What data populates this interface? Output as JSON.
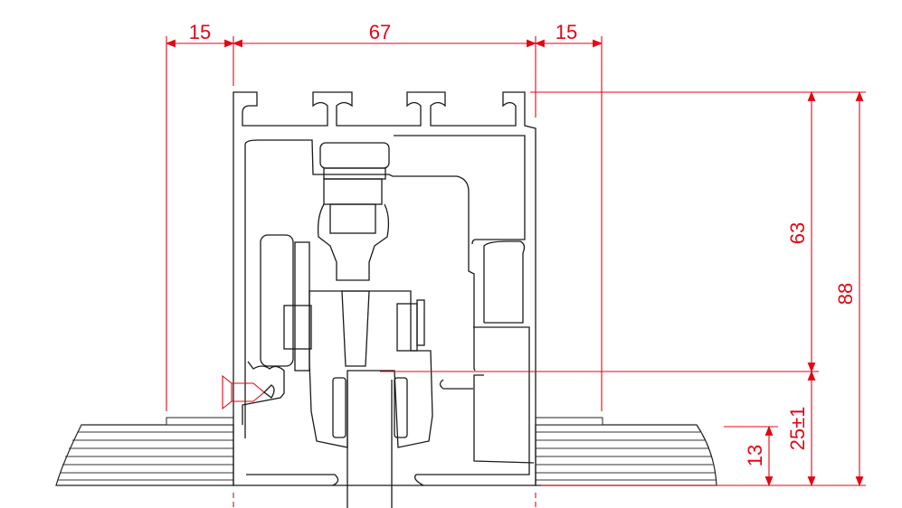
{
  "drawing": {
    "dimensions": {
      "left_offset": "15",
      "profile_width": "67",
      "right_offset": "15",
      "track_height": "63",
      "total_height": "88",
      "floor_gap": "25±1",
      "floor_thickness": "13"
    },
    "colors": {
      "dimension": "#e30613",
      "outline": "#1a1a1a"
    }
  }
}
